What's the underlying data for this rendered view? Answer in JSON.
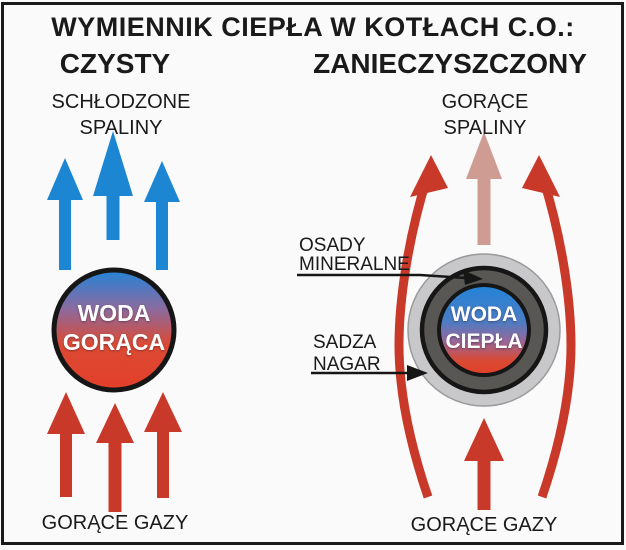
{
  "title": "WYMIENNIK CIEPŁA W KOTŁACH C.O.:",
  "left_section": {
    "header": "CZYSTY",
    "top_label_line1": "SCHŁODZONE",
    "top_label_line2": "SPALINY",
    "circle_label_line1": "WODA",
    "circle_label_line2": "GORĄCA",
    "bottom_label": "GORĄCE GAZY"
  },
  "right_section": {
    "header": "ZANIECZYSZCZONY",
    "top_label_line1": "GORĄCE",
    "top_label_line2": "SPALINY",
    "circle_label_line1": "WODA",
    "circle_label_line2": "CIEPŁA",
    "bottom_label": "GORĄCE GAZY",
    "annotation_mineral_line1": "OSADY",
    "annotation_mineral_line2": "MINERALNE",
    "annotation_soot_line1": "SADZA",
    "annotation_soot_line2": "NAGAR"
  },
  "colors": {
    "arrow_blue": "#1d86d3",
    "arrow_red": "#c8392a",
    "arrow_faded": "#cf9c93",
    "ring_outer_gray": "#c8c7c9",
    "ring_outer_gray_edge": "#9a999b",
    "ring_dark_gray": "#595754",
    "outline_black": "#161616",
    "water_gradient_top_blue": "#2383d8",
    "water_gradient_bottom_red": "#e23f2a"
  }
}
